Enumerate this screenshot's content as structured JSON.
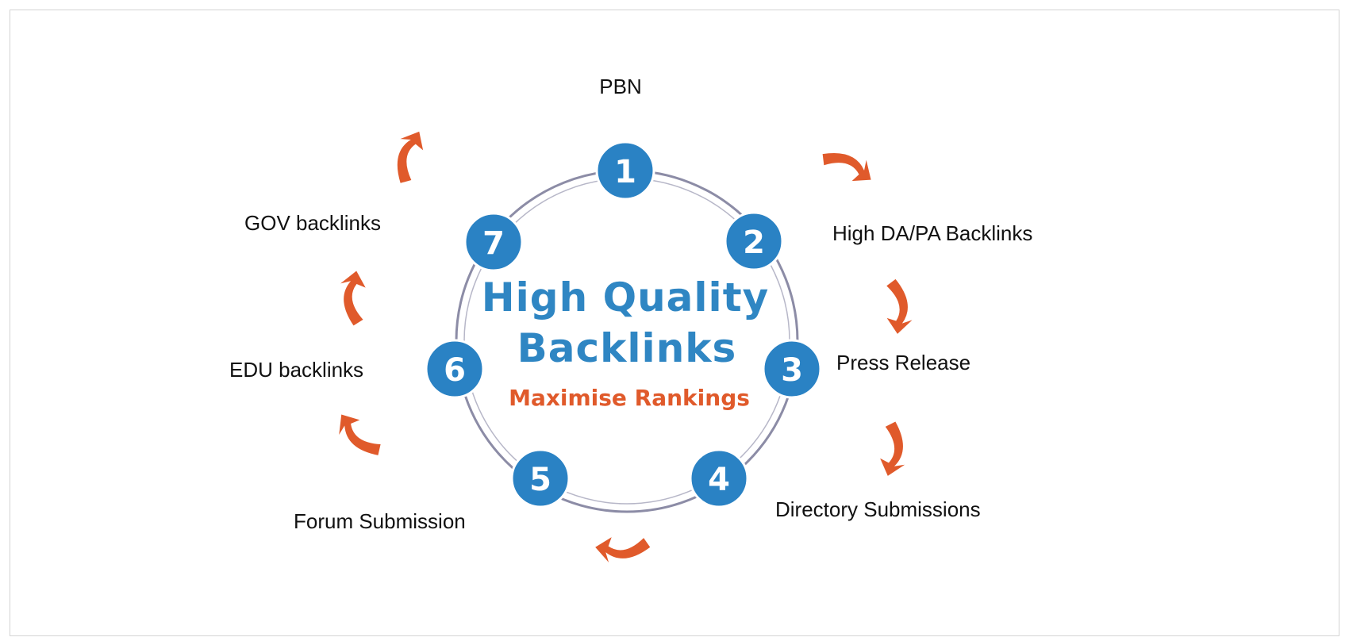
{
  "diagram": {
    "title_line1": "High Quality",
    "title_line2": "Backlinks",
    "subtitle": "Maximise Rankings",
    "steps": [
      {
        "number": "1",
        "label": "PBN"
      },
      {
        "number": "2",
        "label": "High DA/PA Backlinks"
      },
      {
        "number": "3",
        "label": "Press Release"
      },
      {
        "number": "4",
        "label": "Directory Submissions"
      },
      {
        "number": "5",
        "label": "Forum Submission"
      },
      {
        "number": "6",
        "label": "EDU backlinks"
      },
      {
        "number": "7",
        "label": "GOV backlinks"
      }
    ]
  },
  "colors": {
    "badge_blue": "#2a82c4",
    "title_blue": "#2f86c3",
    "accent_orange": "#e05a2b",
    "ring": "#8c8ca6"
  },
  "icons": {
    "arrow": "curved-arrow-icon"
  }
}
